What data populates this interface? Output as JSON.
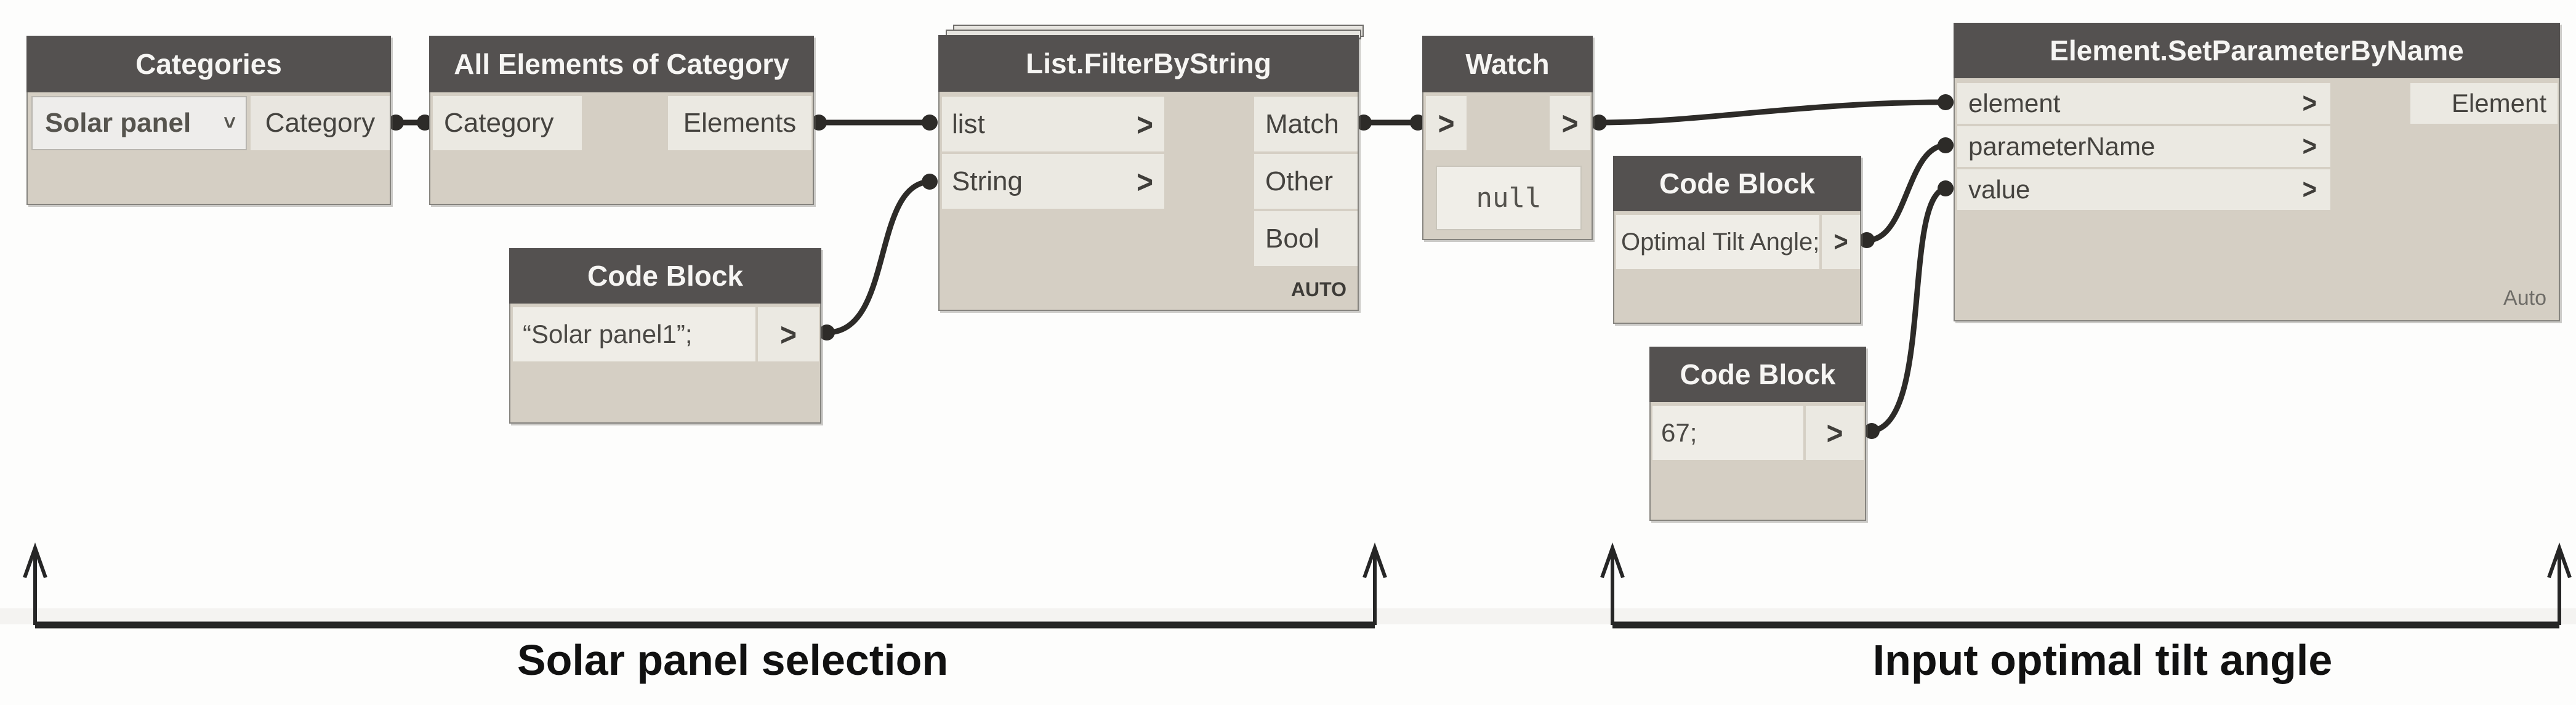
{
  "ui": {
    "chevron": ">",
    "dropdown_caret": "˅"
  },
  "nodes": {
    "categories": {
      "title": "Categories",
      "dropdown_value": "Solar panel",
      "output": "Category"
    },
    "all_elements": {
      "title": "All Elements of Category",
      "input": "Category",
      "output": "Elements"
    },
    "filter": {
      "title": "List.FilterByString",
      "inputs": [
        "list",
        "String"
      ],
      "outputs": [
        "Match",
        "Other",
        "Bool"
      ],
      "lacing": "AUTO"
    },
    "code_block_string": {
      "title": "Code Block",
      "code": "“Solar panel1”;"
    },
    "watch": {
      "title": "Watch",
      "input_port": ">",
      "output_port": ">",
      "value": "null"
    },
    "code_block_param": {
      "title": "Code Block",
      "code": "Optimal Tilt Angle;"
    },
    "code_block_value": {
      "title": "Code Block",
      "code": "67;"
    },
    "set_param": {
      "title": "Element.SetParameterByName",
      "inputs": [
        "element",
        "parameterName",
        "value"
      ],
      "output": "Element",
      "lacing": "Auto"
    }
  },
  "annotations": {
    "left": "Solar panel selection",
    "right": "Input optimal tilt angle"
  },
  "colors": {
    "node_header": "#545150",
    "node_header_text": "#f6f5f3",
    "node_body": "#d5cfc4",
    "port_cell": "#ebe9e2",
    "code_cell": "#efede7",
    "wire": "#2d2b28",
    "annotation_text": "#111111",
    "background": "#ffffff"
  }
}
